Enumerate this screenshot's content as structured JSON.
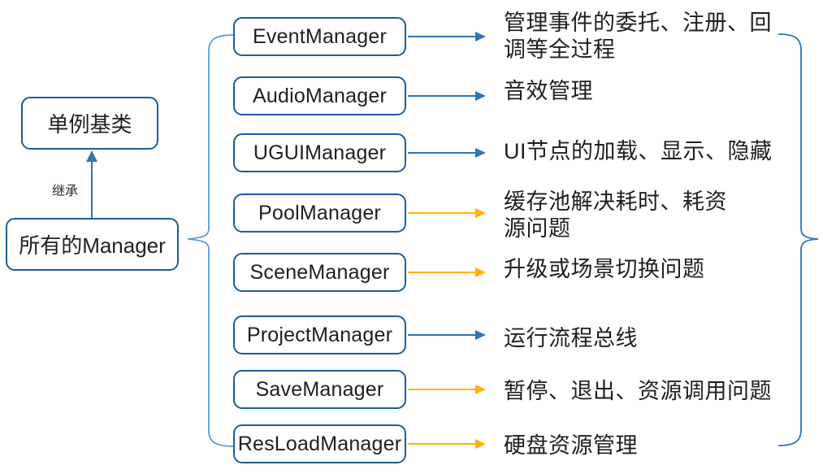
{
  "diagram": {
    "title_hint": "Manager architecture mind-map",
    "base_class_box": {
      "label": "单例基类"
    },
    "root_box": {
      "label": "所有的Manager"
    },
    "inherit_label": "继承",
    "colors": {
      "box_border": "#1c5d99",
      "blue_arrow": "#2E75B6",
      "orange_arrow": "#FFB400",
      "left_brace": "#5B9BD5",
      "right_brace": "#2E75B6",
      "underline_start": "#1F74B0",
      "underline_end": "#9DC3E6"
    },
    "rows": [
      {
        "manager": "EventManager",
        "description": "管理事件的委托、注册、回调等全过程",
        "arrow_color": "#2E75B6"
      },
      {
        "manager": "AudioManager",
        "description": "音效管理",
        "arrow_color": "#2E75B6"
      },
      {
        "manager": "UGUIManager",
        "description": "UI节点的加载、显示、隐藏",
        "arrow_color": "#2E75B6"
      },
      {
        "manager": "PoolManager",
        "description": "缓存池解决耗时、耗资源问题",
        "arrow_color": "#FFB400"
      },
      {
        "manager": "SceneManager",
        "description": "升级或场景切换问题",
        "arrow_color": "#FFB400"
      },
      {
        "manager": "ProjectManager",
        "description": "运行流程总线",
        "arrow_color": "#2E75B6"
      },
      {
        "manager": "SaveManager",
        "description": "暂停、退出、资源调用问题",
        "arrow_color": "#FFB400"
      },
      {
        "manager": "ResLoadManager",
        "description": "硬盘资源管理",
        "arrow_color": "#FFB400"
      }
    ]
  }
}
